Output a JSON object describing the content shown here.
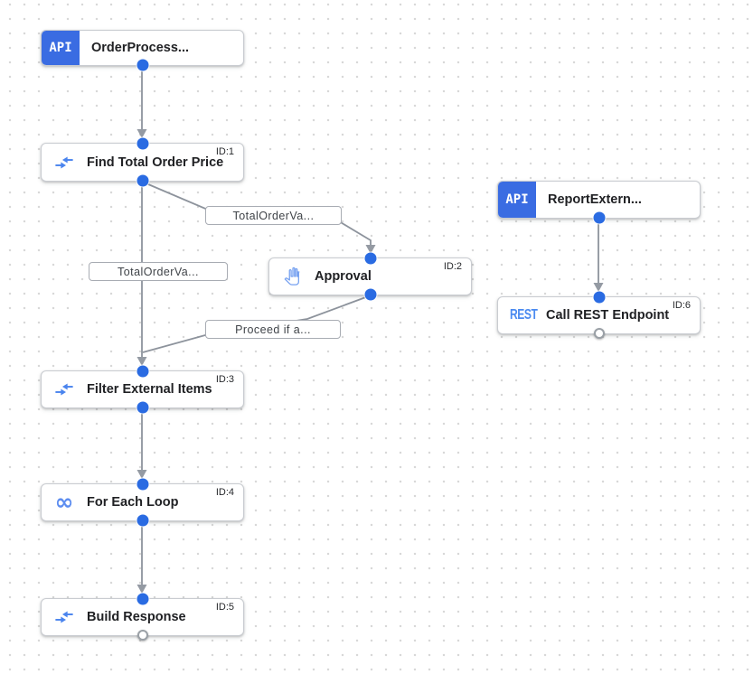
{
  "nodes": {
    "order_trigger": {
      "badge": "API",
      "title": "OrderProcess..."
    },
    "find_total": {
      "title": "Find Total Order Price",
      "id_label": "ID:1",
      "icon": "data-mapping-icon"
    },
    "approval": {
      "title": "Approval",
      "id_label": "ID:2",
      "icon": "pan-tool-icon"
    },
    "filter_items": {
      "title": "Filter External Items",
      "id_label": "ID:3",
      "icon": "data-mapping-icon"
    },
    "for_each": {
      "title": "For Each Loop",
      "id_label": "ID:4",
      "icon": "for-each-loop-icon",
      "icon_glyph": "∞"
    },
    "build_response": {
      "title": "Build Response",
      "id_label": "ID:5",
      "icon": "data-mapping-icon"
    },
    "report_trigger": {
      "badge": "API",
      "title": "ReportExtern..."
    },
    "call_rest": {
      "title": "Call REST Endpoint",
      "id_label": "ID:6",
      "icon": "rest-task-icon",
      "icon_text": "REST"
    }
  },
  "edges": [
    {
      "from": "OrderProcess...",
      "to": "Find Total Order Price",
      "label": ""
    },
    {
      "from": "Find Total Order Price",
      "to": "Approval",
      "label": "TotalOrderVa..."
    },
    {
      "from": "Find Total Order Price",
      "to": "Filter External Items",
      "label": "TotalOrderVa..."
    },
    {
      "from": "Approval",
      "to": "Filter External Items",
      "label": "Proceed if a..."
    },
    {
      "from": "Filter External Items",
      "to": "For Each Loop",
      "label": ""
    },
    {
      "from": "For Each Loop",
      "to": "Build Response",
      "label": ""
    },
    {
      "from": "ReportExtern...",
      "to": "Call REST Endpoint",
      "label": ""
    }
  ],
  "colors": {
    "trigger_badge_blue": "#3a6ce2",
    "port_blue": "#2a6be2",
    "icon_blue": "#4a84ee",
    "edge_gray": "#8d939c",
    "node_title_text": "#202124",
    "edge_label_text": "#3f4348",
    "dot_grid": "#d8d8d8"
  }
}
